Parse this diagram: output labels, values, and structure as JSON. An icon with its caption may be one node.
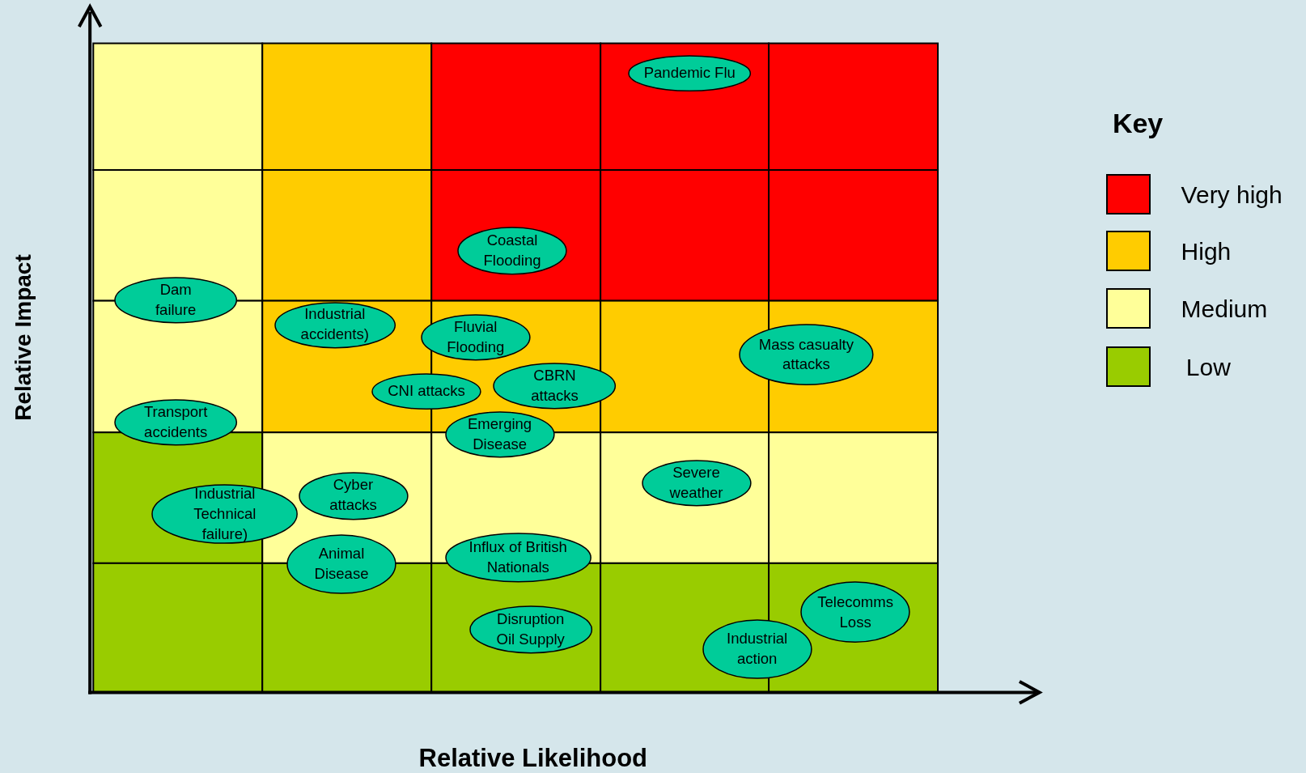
{
  "diagram": {
    "nodes": [
      {
        "text": [
          "Pandemic Flu"
        ]
      },
      {
        "text": [
          "Coastal Flooding"
        ]
      },
      {
        "text": [
          "Dam failure"
        ]
      },
      {
        "text": [
          "Industrial accidents)"
        ]
      },
      {
        "text": [
          "Fluvial Flooding"
        ]
      },
      {
        "text": [
          "Mass casualty attacks"
        ]
      },
      {
        "text": [
          "CBRN attacks"
        ]
      },
      {
        "text": [
          "CNI attacks"
        ]
      },
      {
        "text": [
          "Transport accidents"
        ]
      },
      {
        "text": [
          "Emerging Disease"
        ]
      },
      {
        "text": [
          "Severe weather"
        ]
      },
      {
        "text": [
          "Cyber attacks"
        ]
      },
      {
        "text": [
          "Industrial Technical failure)"
        ]
      },
      {
        "text": [
          "Influx of British Nationals"
        ]
      },
      {
        "text": [
          "Animal Disease"
        ]
      },
      {
        "text": [
          "Telecomms Loss"
        ]
      },
      {
        "text": [
          "Disruption Oil Supply"
        ]
      },
      {
        "text": [
          "Industrial action"
        ]
      }
    ],
    "labels": [
      "Relative Impact",
      "Relative Likelihood",
      "Key"
    ],
    "legend": [
      {
        "text": "Very high",
        "color": "#ff0000"
      },
      {
        "text": "High",
        "color": "#ffcc00"
      },
      {
        "text": "Medium",
        "color": "#ffff99"
      },
      {
        "text": "Low",
        "color": "#99cc00"
      }
    ]
  }
}
